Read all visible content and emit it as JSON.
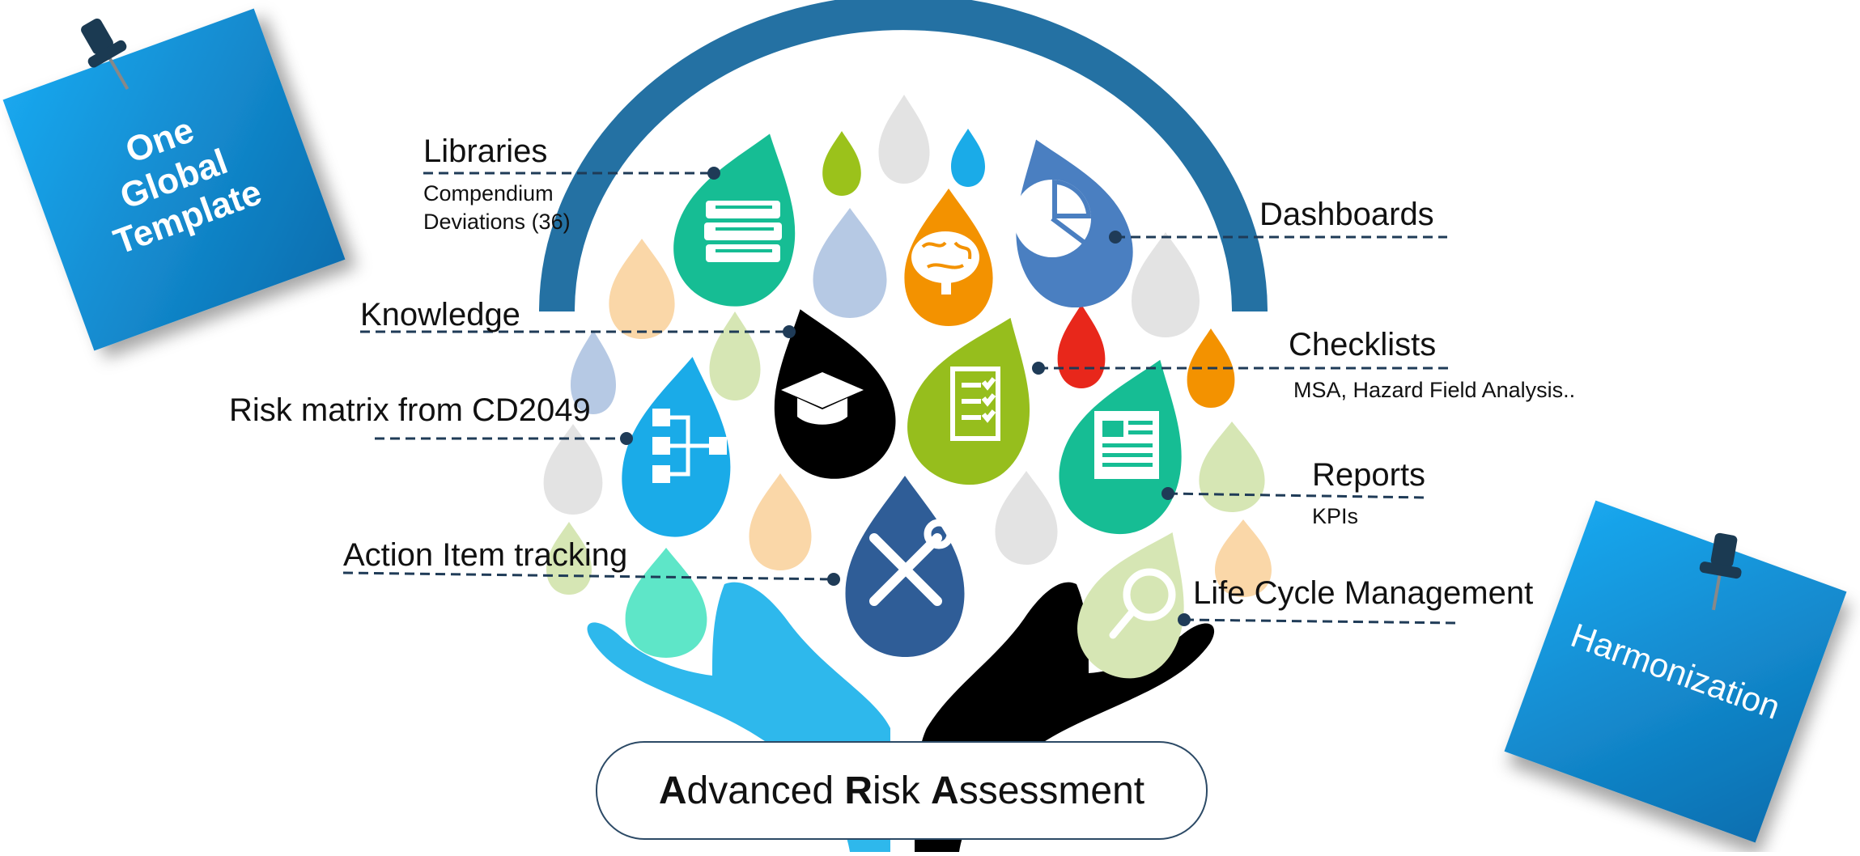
{
  "colors": {
    "arch": "#2471a3",
    "leader": "#1f3b57",
    "note_blue": "#1a8fd9",
    "teal": "#16bd94",
    "navy": "#2f5d97",
    "orange": "#f39200",
    "steel": "#4a7fc1",
    "black": "#000000",
    "lime": "#96be1d",
    "red": "#e8271b",
    "sky": "#1aabe8",
    "hand_blue": "#2eb8ec"
  },
  "notes": {
    "left": "One Global Template",
    "right": "Harmonization"
  },
  "labels": {
    "libraries": {
      "title": "Libraries",
      "sub1": "Compendium",
      "sub2": "Deviations (36)"
    },
    "dashboards": {
      "title": "Dashboards"
    },
    "knowledge": {
      "title": "Knowledge"
    },
    "checklists": {
      "title": "Checklists",
      "sub1": "MSA, Hazard Field Analysis.."
    },
    "risk_matrix": {
      "title": "Risk matrix from CD2049"
    },
    "reports": {
      "title": "Reports",
      "sub1": "KPIs"
    },
    "action_items": {
      "title": "Action Item tracking"
    },
    "lifecycle": {
      "title": "Life Cycle Management"
    }
  },
  "title": {
    "a_initial": "A",
    "a_rest": "dvanced ",
    "r_initial": "R",
    "r_rest": "isk ",
    "as_initial": "A",
    "as_rest": "ssessment"
  },
  "icons": [
    "books-icon",
    "brain-icon",
    "pie-chart-icon",
    "graduation-cap-icon",
    "checklist-icon",
    "flowchart-icon",
    "newspaper-icon",
    "tools-icon",
    "magnifier-icon",
    "pushpin-icon"
  ]
}
